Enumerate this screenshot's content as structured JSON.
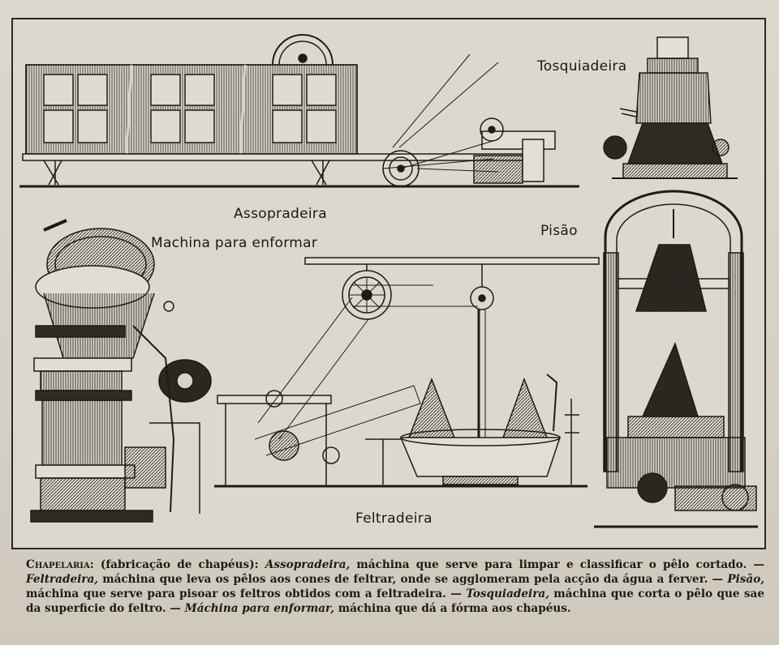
{
  "labels": {
    "tosquiadeira": "Tosquiadeira",
    "assopradeira": "Assopradeira",
    "machina_enformar": "Machina para enformar",
    "pisao": "Pisão",
    "feltradeira": "Feltradeira"
  },
  "caption": {
    "lead": "Chapelaria:",
    "intro": " (fabricação de chapéus): ",
    "term1": "Assopradeira,",
    "desc1": " máchina que serve para limpar e classificar o pêlo cortado. — ",
    "term2": "Feltradeira,",
    "desc2": " máchina que leva os pêlos aos cones de feltrar, onde se agglomeram pela acção da água a ferver. — ",
    "term3": "Pisão,",
    "desc3": " máchina que serve para pisoar os feltros obtidos com a feltradeira. — ",
    "term4": "Tosquiadeira,",
    "desc4": " máchina que corta o pêlo que sae da superficie do feltro. — ",
    "term5": "Máchina para enformar,",
    "desc5": " máchina que dá a fórma aos chapéus."
  },
  "colors": {
    "ink": "#1f1d1a",
    "paper": "#ddd8ce"
  }
}
